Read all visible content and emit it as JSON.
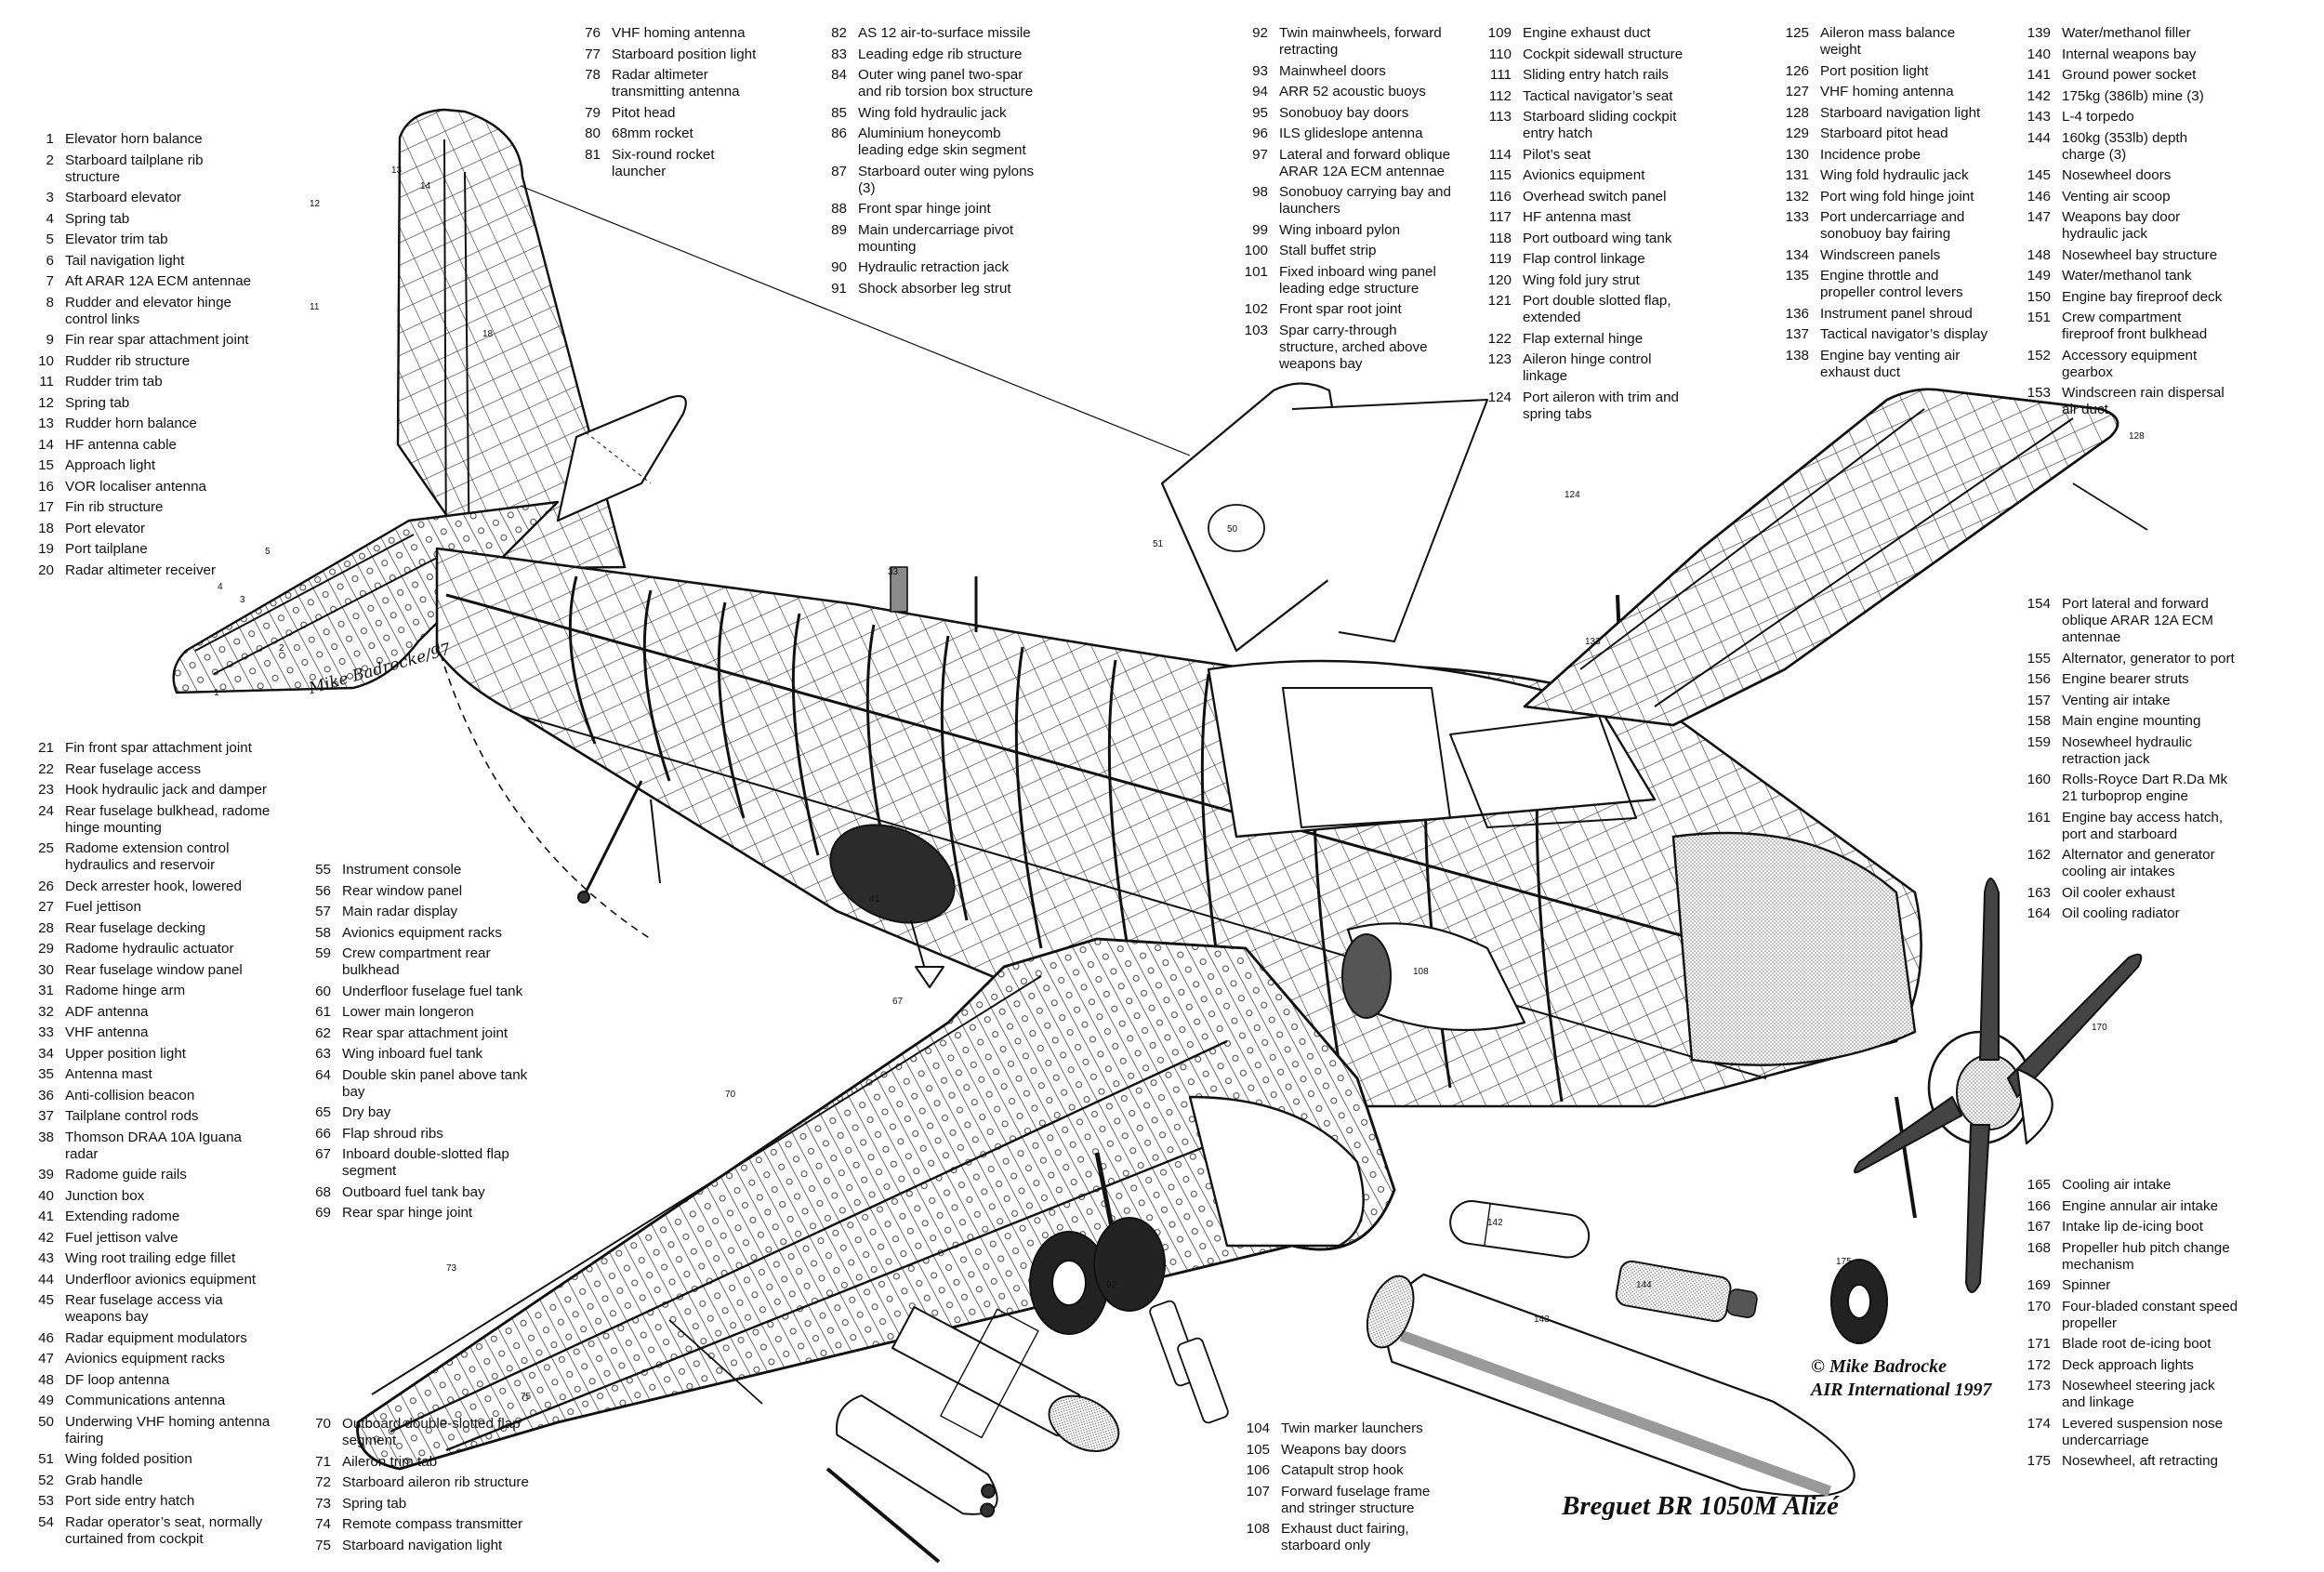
{
  "title": "Breguet BR 1050M Alizé",
  "credit": {
    "line1": "© Mike Badrocke",
    "line2": "AIR International 1997"
  },
  "signature": "Mike Badrocke/97",
  "legend": {
    "block_a": [
      {
        "n": "1",
        "t": "Elevator horn balance"
      },
      {
        "n": "2",
        "t": "Starboard tailplane rib structure"
      },
      {
        "n": "3",
        "t": "Starboard elevator"
      },
      {
        "n": "4",
        "t": "Spring tab"
      },
      {
        "n": "5",
        "t": "Elevator trim tab"
      },
      {
        "n": "6",
        "t": "Tail navigation light"
      },
      {
        "n": "7",
        "t": "Aft ARAR 12A ECM antennae"
      },
      {
        "n": "8",
        "t": "Rudder and elevator hinge control links"
      },
      {
        "n": "9",
        "t": "Fin rear spar attachment joint"
      },
      {
        "n": "10",
        "t": "Rudder rib structure"
      },
      {
        "n": "11",
        "t": "Rudder trim tab"
      },
      {
        "n": "12",
        "t": "Spring tab"
      },
      {
        "n": "13",
        "t": "Rudder horn balance"
      },
      {
        "n": "14",
        "t": "HF antenna cable"
      },
      {
        "n": "15",
        "t": "Approach light"
      },
      {
        "n": "16",
        "t": "VOR localiser antenna"
      },
      {
        "n": "17",
        "t": "Fin rib structure"
      },
      {
        "n": "18",
        "t": "Port elevator"
      },
      {
        "n": "19",
        "t": "Port tailplane"
      },
      {
        "n": "20",
        "t": "Radar altimeter receiver"
      }
    ],
    "block_b": [
      {
        "n": "21",
        "t": "Fin front spar attachment joint"
      },
      {
        "n": "22",
        "t": "Rear fuselage access"
      },
      {
        "n": "23",
        "t": "Hook hydraulic jack and damper"
      },
      {
        "n": "24",
        "t": "Rear fuselage bulkhead, radome hinge mounting"
      },
      {
        "n": "25",
        "t": "Radome extension control hydraulics and reservoir"
      },
      {
        "n": "26",
        "t": "Deck arrester hook, lowered"
      },
      {
        "n": "27",
        "t": "Fuel jettison"
      },
      {
        "n": "28",
        "t": "Rear fuselage decking"
      },
      {
        "n": "29",
        "t": "Radome hydraulic actuator"
      },
      {
        "n": "30",
        "t": "Rear fuselage window panel"
      },
      {
        "n": "31",
        "t": "Radome hinge arm"
      },
      {
        "n": "32",
        "t": "ADF antenna"
      },
      {
        "n": "33",
        "t": "VHF antenna"
      },
      {
        "n": "34",
        "t": "Upper position light"
      },
      {
        "n": "35",
        "t": "Antenna mast"
      },
      {
        "n": "36",
        "t": "Anti-collision beacon"
      },
      {
        "n": "37",
        "t": "Tailplane control rods"
      },
      {
        "n": "38",
        "t": "Thomson DRAA 10A Iguana radar"
      },
      {
        "n": "39",
        "t": "Radome guide rails"
      },
      {
        "n": "40",
        "t": "Junction box"
      },
      {
        "n": "41",
        "t": "Extending radome"
      },
      {
        "n": "42",
        "t": "Fuel jettison valve"
      },
      {
        "n": "43",
        "t": "Wing root trailing edge fillet"
      },
      {
        "n": "44",
        "t": "Underfloor avionics equipment"
      },
      {
        "n": "45",
        "t": "Rear fuselage access via weapons bay"
      },
      {
        "n": "46",
        "t": "Radar equipment modulators"
      },
      {
        "n": "47",
        "t": "Avionics equipment racks"
      },
      {
        "n": "48",
        "t": "DF loop antenna"
      },
      {
        "n": "49",
        "t": "Communications antenna"
      },
      {
        "n": "50",
        "t": "Underwing VHF homing antenna fairing"
      },
      {
        "n": "51",
        "t": "Wing folded position"
      },
      {
        "n": "52",
        "t": "Grab handle"
      },
      {
        "n": "53",
        "t": "Port side entry hatch"
      },
      {
        "n": "54",
        "t": "Radar operator’s seat, normally curtained from cockpit"
      }
    ],
    "block_c": [
      {
        "n": "55",
        "t": "Instrument console"
      },
      {
        "n": "56",
        "t": "Rear window panel"
      },
      {
        "n": "57",
        "t": "Main radar display"
      },
      {
        "n": "58",
        "t": "Avionics equipment racks"
      },
      {
        "n": "59",
        "t": "Crew compartment rear bulkhead"
      },
      {
        "n": "60",
        "t": "Underfloor fuselage fuel tank"
      },
      {
        "n": "61",
        "t": "Lower main longeron"
      },
      {
        "n": "62",
        "t": "Rear spar attachment joint"
      },
      {
        "n": "63",
        "t": "Wing inboard fuel tank"
      },
      {
        "n": "64",
        "t": "Double skin panel above tank bay"
      },
      {
        "n": "65",
        "t": "Dry bay"
      },
      {
        "n": "66",
        "t": "Flap shroud ribs"
      },
      {
        "n": "67",
        "t": "Inboard double-slotted flap segment"
      },
      {
        "n": "68",
        "t": "Outboard fuel tank bay"
      },
      {
        "n": "69",
        "t": "Rear spar hinge joint"
      }
    ],
    "block_d": [
      {
        "n": "70",
        "t": "Outboard double-slotted flap segment"
      },
      {
        "n": "71",
        "t": "Aileron trim tab"
      },
      {
        "n": "72",
        "t": "Starboard aileron rib structure"
      },
      {
        "n": "73",
        "t": "Spring tab"
      },
      {
        "n": "74",
        "t": "Remote compass transmitter"
      },
      {
        "n": "75",
        "t": "Starboard navigation light"
      }
    ],
    "block_e": [
      {
        "n": "76",
        "t": "VHF homing antenna"
      },
      {
        "n": "77",
        "t": "Starboard position light"
      },
      {
        "n": "78",
        "t": "Radar altimeter transmitting antenna"
      },
      {
        "n": "79",
        "t": "Pitot head"
      },
      {
        "n": "80",
        "t": "68mm rocket"
      },
      {
        "n": "81",
        "t": "Six-round rocket launcher"
      }
    ],
    "block_f": [
      {
        "n": "82",
        "t": "AS 12 air-to-surface missile"
      },
      {
        "n": "83",
        "t": "Leading edge rib structure"
      },
      {
        "n": "84",
        "t": "Outer wing panel two-spar and rib torsion box structure"
      },
      {
        "n": "85",
        "t": "Wing fold hydraulic jack"
      },
      {
        "n": "86",
        "t": "Aluminium honeycomb leading edge skin segment"
      },
      {
        "n": "87",
        "t": "Starboard outer wing pylons (3)"
      },
      {
        "n": "88",
        "t": "Front spar hinge joint"
      },
      {
        "n": "89",
        "t": "Main undercarriage pivot mounting"
      },
      {
        "n": "90",
        "t": "Hydraulic retraction jack"
      },
      {
        "n": "91",
        "t": "Shock absorber leg strut"
      }
    ],
    "block_g": [
      {
        "n": "92",
        "t": "Twin mainwheels, forward retracting"
      },
      {
        "n": "93",
        "t": "Mainwheel doors"
      },
      {
        "n": "94",
        "t": "ARR 52 acoustic buoys"
      },
      {
        "n": "95",
        "t": "Sonobuoy bay doors"
      },
      {
        "n": "96",
        "t": "ILS glideslope antenna"
      },
      {
        "n": "97",
        "t": "Lateral and forward oblique ARAR 12A ECM antennae"
      },
      {
        "n": "98",
        "t": "Sonobuoy carrying bay and launchers"
      },
      {
        "n": "99",
        "t": "Wing inboard pylon"
      },
      {
        "n": "100",
        "t": "Stall buffet strip"
      },
      {
        "n": "101",
        "t": "Fixed inboard wing panel leading edge structure"
      },
      {
        "n": "102",
        "t": "Front spar root joint"
      },
      {
        "n": "103",
        "t": "Spar carry-through structure, arched above weapons bay"
      }
    ],
    "block_h": [
      {
        "n": "109",
        "t": "Engine exhaust duct"
      },
      {
        "n": "110",
        "t": "Cockpit sidewall structure"
      },
      {
        "n": "111",
        "t": "Sliding entry hatch rails"
      },
      {
        "n": "112",
        "t": "Tactical navigator’s seat"
      },
      {
        "n": "113",
        "t": "Starboard sliding cockpit entry hatch"
      },
      {
        "n": "114",
        "t": "Pilot’s seat"
      },
      {
        "n": "115",
        "t": "Avionics equipment"
      },
      {
        "n": "116",
        "t": "Overhead switch panel"
      },
      {
        "n": "117",
        "t": "HF antenna mast"
      },
      {
        "n": "118",
        "t": "Port outboard wing tank"
      },
      {
        "n": "119",
        "t": "Flap control linkage"
      },
      {
        "n": "120",
        "t": "Wing fold jury strut"
      },
      {
        "n": "121",
        "t": "Port double slotted flap, extended"
      },
      {
        "n": "122",
        "t": "Flap external hinge"
      },
      {
        "n": "123",
        "t": "Aileron hinge control linkage"
      },
      {
        "n": "124",
        "t": "Port aileron with trim and spring tabs"
      }
    ],
    "block_i": [
      {
        "n": "125",
        "t": "Aileron mass balance weight"
      },
      {
        "n": "126",
        "t": "Port position light"
      },
      {
        "n": "127",
        "t": "VHF homing antenna"
      },
      {
        "n": "128",
        "t": "Starboard navigation light"
      },
      {
        "n": "129",
        "t": "Starboard pitot head"
      },
      {
        "n": "130",
        "t": "Incidence probe"
      },
      {
        "n": "131",
        "t": "Wing fold hydraulic jack"
      },
      {
        "n": "132",
        "t": "Port wing fold hinge joint"
      },
      {
        "n": "133",
        "t": "Port undercarriage and sonobuoy bay fairing"
      },
      {
        "n": "134",
        "t": "Windscreen panels"
      },
      {
        "n": "135",
        "t": "Engine throttle and propeller control levers"
      },
      {
        "n": "136",
        "t": "Instrument panel shroud"
      },
      {
        "n": "137",
        "t": "Tactical navigator’s display"
      },
      {
        "n": "138",
        "t": "Engine bay venting air exhaust duct"
      }
    ],
    "block_j": [
      {
        "n": "139",
        "t": "Water/methanol filler"
      },
      {
        "n": "140",
        "t": "Internal weapons bay"
      },
      {
        "n": "141",
        "t": "Ground power socket"
      },
      {
        "n": "142",
        "t": "175kg (386lb) mine (3)"
      },
      {
        "n": "143",
        "t": "L-4 torpedo"
      },
      {
        "n": "144",
        "t": "160kg (353lb) depth charge (3)"
      },
      {
        "n": "145",
        "t": "Nosewheel doors"
      },
      {
        "n": "146",
        "t": "Venting air scoop"
      },
      {
        "n": "147",
        "t": "Weapons bay door hydraulic jack"
      },
      {
        "n": "148",
        "t": "Nosewheel bay structure"
      },
      {
        "n": "149",
        "t": "Water/methanol tank"
      },
      {
        "n": "150",
        "t": "Engine bay fireproof deck"
      },
      {
        "n": "151",
        "t": "Crew compartment fireproof front bulkhead"
      },
      {
        "n": "152",
        "t": "Accessory equipment gearbox"
      },
      {
        "n": "153",
        "t": "Windscreen rain   dispersal air duct"
      }
    ],
    "block_k": [
      {
        "n": "154",
        "t": "Port lateral and forward oblique ARAR 12A ECM antennae"
      },
      {
        "n": "155",
        "t": "Alternator, generator to port"
      },
      {
        "n": "156",
        "t": "Engine bearer struts"
      },
      {
        "n": "157",
        "t": "Venting air intake"
      },
      {
        "n": "158",
        "t": "Main engine mounting"
      },
      {
        "n": "159",
        "t": "Nosewheel hydraulic retraction jack"
      },
      {
        "n": "160",
        "t": "Rolls-Royce Dart R.Da Mk 21 turboprop engine"
      },
      {
        "n": "161",
        "t": "Engine bay access hatch, port and starboard"
      },
      {
        "n": "162",
        "t": "Alternator and generator cooling air intakes"
      },
      {
        "n": "163",
        "t": "Oil cooler exhaust"
      },
      {
        "n": "164",
        "t": "Oil cooling radiator"
      }
    ],
    "block_l": [
      {
        "n": "165",
        "t": "Cooling air intake"
      },
      {
        "n": "166",
        "t": "Engine annular air intake"
      },
      {
        "n": "167",
        "t": "Intake lip de-icing boot"
      },
      {
        "n": "168",
        "t": "Propeller hub pitch change mechanism"
      },
      {
        "n": "169",
        "t": "Spinner"
      },
      {
        "n": "170",
        "t": "Four-bladed constant speed propeller"
      },
      {
        "n": "171",
        "t": "Blade root de-icing boot"
      },
      {
        "n": "172",
        "t": "Deck approach lights"
      },
      {
        "n": "173",
        "t": "Nosewheel steering jack and linkage"
      },
      {
        "n": "174",
        "t": "Levered suspension nose undercarriage"
      },
      {
        "n": "175",
        "t": "Nosewheel, aft retracting"
      }
    ],
    "block_m": [
      {
        "n": "104",
        "t": "Twin marker launchers"
      },
      {
        "n": "105",
        "t": "Weapons bay doors"
      },
      {
        "n": "106",
        "t": "Catapult strop hook"
      },
      {
        "n": "107",
        "t": "Forward fuselage frame and stringer structure"
      },
      {
        "n": "108",
        "t": "Exhaust duct fairing, starboard only"
      }
    ]
  },
  "callouts": [
    "1",
    "2",
    "3",
    "4",
    "5",
    "6",
    "7",
    "8",
    "9",
    "10",
    "11",
    "12",
    "13",
    "14",
    "15",
    "16",
    "17",
    "18",
    "19",
    "20",
    "21",
    "22",
    "23",
    "24",
    "25",
    "26",
    "27",
    "28",
    "29",
    "30",
    "31",
    "32",
    "33",
    "34",
    "35",
    "36",
    "37",
    "38",
    "39",
    "40",
    "41",
    "42",
    "43",
    "44",
    "45",
    "46",
    "47",
    "48",
    "49",
    "50",
    "51",
    "52",
    "53",
    "54",
    "55",
    "56",
    "57",
    "58",
    "59",
    "60",
    "61",
    "62",
    "63",
    "64",
    "65",
    "66",
    "67",
    "68",
    "69",
    "70",
    "71",
    "72",
    "73",
    "74",
    "75",
    "76",
    "77",
    "78",
    "79",
    "80",
    "81",
    "82",
    "83",
    "84",
    "85",
    "86",
    "87",
    "88",
    "89",
    "90",
    "91",
    "92",
    "93",
    "94",
    "95",
    "96",
    "97",
    "98",
    "99",
    "100",
    "101",
    "102",
    "103",
    "104",
    "105",
    "106",
    "107",
    "108",
    "109",
    "110",
    "111",
    "112",
    "113",
    "114",
    "115",
    "116",
    "117",
    "118",
    "119",
    "120",
    "121",
    "122",
    "123",
    "124",
    "125",
    "126",
    "127",
    "128",
    "129",
    "130",
    "131",
    "132",
    "133",
    "134",
    "135",
    "136",
    "137",
    "138",
    "139",
    "140",
    "141",
    "142",
    "143",
    "144",
    "145",
    "146",
    "147",
    "148",
    "149",
    "150",
    "151",
    "152",
    "153",
    "154",
    "155",
    "156",
    "157",
    "158",
    "159",
    "160",
    "161",
    "162",
    "163",
    "164",
    "165",
    "166",
    "167",
    "168",
    "169",
    "170",
    "171",
    "172",
    "173",
    "174",
    "175"
  ],
  "colors": {
    "ink": "#111111",
    "paper": "#ffffff",
    "shade": "#8a8a8a",
    "dark": "#2b2b2b"
  }
}
